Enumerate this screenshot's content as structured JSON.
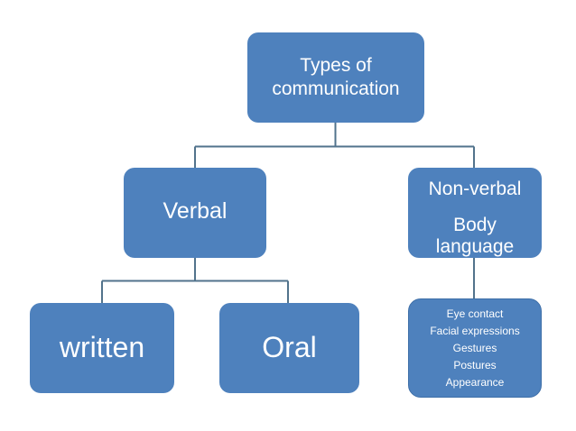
{
  "diagram": {
    "title": "Types of communication",
    "palette": {
      "node_fill": "#4E81BD",
      "node_text": "#FFFFFF",
      "connector": "#52738C",
      "list_border": "#3E6FA8",
      "background": "#FFFFFF"
    },
    "root": {
      "line1": "Types of",
      "line2": "communication"
    },
    "verbal": {
      "label": "Verbal"
    },
    "nonverbal": {
      "label": "Non-verbal",
      "sub_line1": "Body",
      "sub_line2": "language"
    },
    "written": {
      "label": "written"
    },
    "oral": {
      "label": "Oral"
    },
    "nonverbal_examples": {
      "items": [
        "Eye contact",
        "Facial expressions",
        "Gestures",
        "Postures",
        "Appearance"
      ]
    }
  }
}
